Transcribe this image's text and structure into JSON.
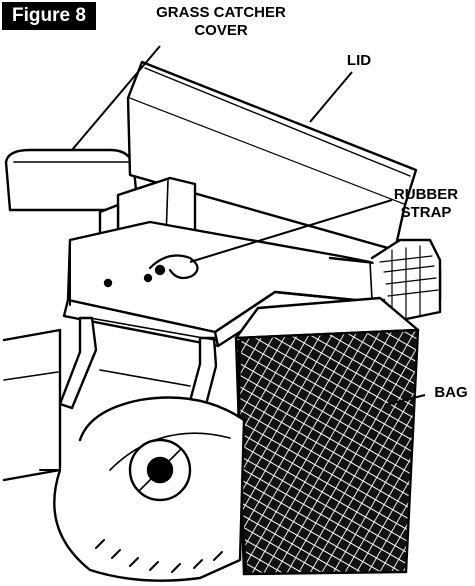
{
  "figure_label": "Figure 8",
  "callouts": {
    "grass_catcher_cover": {
      "line1": "GRASS CATCHER",
      "line2": "COVER"
    },
    "lid": "LID",
    "rubber_strap": {
      "line1": "RUBBER",
      "line2": "STRAP"
    },
    "bag": "BAG"
  },
  "colors": {
    "ink": "#000000",
    "paper": "#ffffff"
  }
}
